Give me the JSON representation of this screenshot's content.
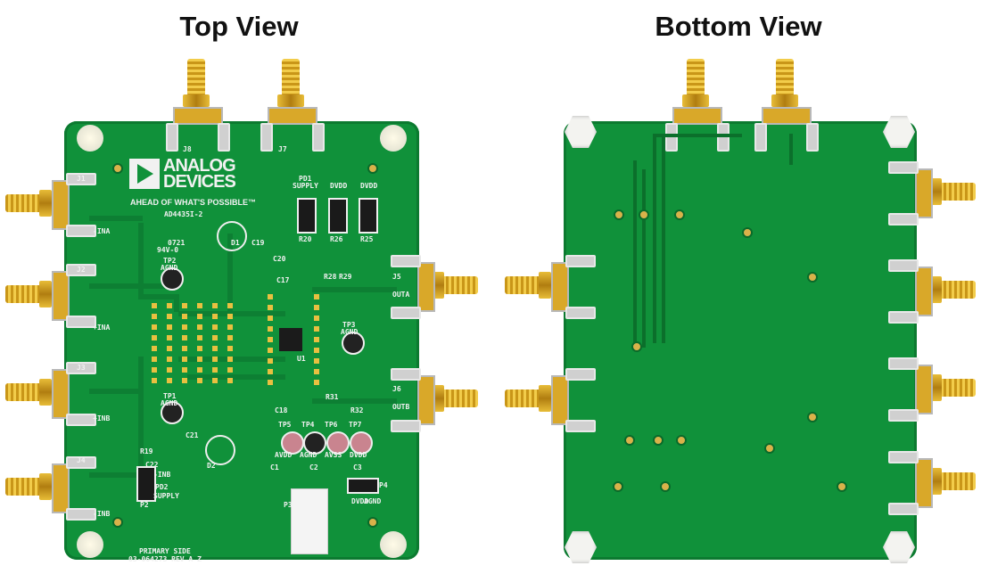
{
  "titles": {
    "top": "Top View",
    "bottom": "Bottom View"
  },
  "top_board": {
    "logo": {
      "line1": "ANALOG",
      "line2": "DEVICES",
      "tagline": "AHEAD OF WHAT'S POSSIBLE™"
    },
    "part_number": "AD4435I-2",
    "silkscreen": [
      "J8",
      "J7",
      "J1",
      "J2",
      "J3",
      "J4",
      "J5",
      "J6",
      "-INA",
      "+INA",
      "+INB",
      "-INB",
      "OUTA",
      "OUTB",
      "PD1",
      "SUPPLY",
      "DVDD",
      "DVDD",
      "R20",
      "R26",
      "R25",
      "D1",
      "C19",
      "C20",
      "TP2",
      "AGND",
      "TP3",
      "AGND",
      "TP1",
      "AGND",
      "U1",
      "C17",
      "R28",
      "R29",
      "R31",
      "R32",
      "C18",
      "TP5",
      "TP4",
      "TP6",
      "TP7",
      "AVDD",
      "AGND",
      "AVSS",
      "DVDD",
      "C1",
      "C2",
      "C3",
      "P3",
      "P4",
      "DVDD",
      "AGND",
      "R19",
      "C22",
      "C21",
      "D2",
      "-INB",
      "PD2",
      "SUPPLY",
      "P2",
      "0721",
      "94V-0",
      "PRIMARY SIDE",
      "03-064273 REV A Z"
    ]
  },
  "colors": {
    "pcb_green": "#10913a",
    "gold": "#e0b030",
    "silkscreen": "#f1f1f1"
  }
}
